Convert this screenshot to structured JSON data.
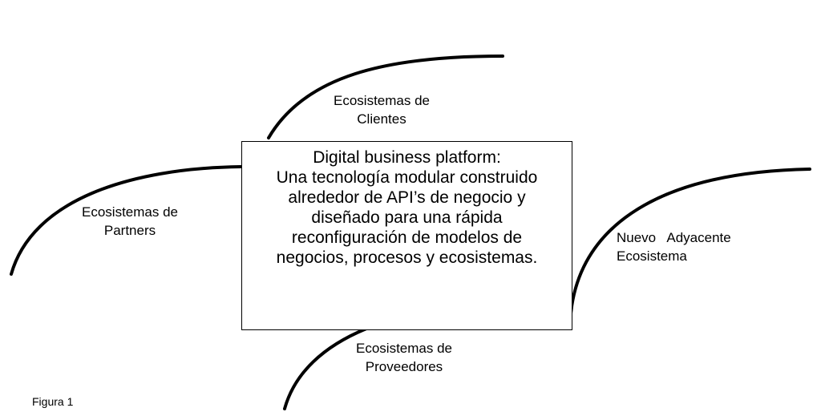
{
  "diagram": {
    "platform": {
      "title": "Digital business platform:",
      "lines": [
        "Una tecnología modular construido",
        "alrededor de API’s de negocio y",
        "diseñado para una rápida",
        "reconfiguración de modelos de",
        "negocios, procesos y ecosistemas."
      ]
    },
    "ecosystems": {
      "clientes": {
        "line1": "Ecosistemas de",
        "line2": "Clientes"
      },
      "partners": {
        "line1": "Ecosistemas de",
        "line2": "Partners"
      },
      "proveedores": {
        "line1": "Ecosistemas de",
        "line2": "Proveedores"
      },
      "adyacente": {
        "line1": "Nuevo   Adyacente",
        "line2": "Ecosistema"
      }
    },
    "caption": "Figura 1"
  }
}
